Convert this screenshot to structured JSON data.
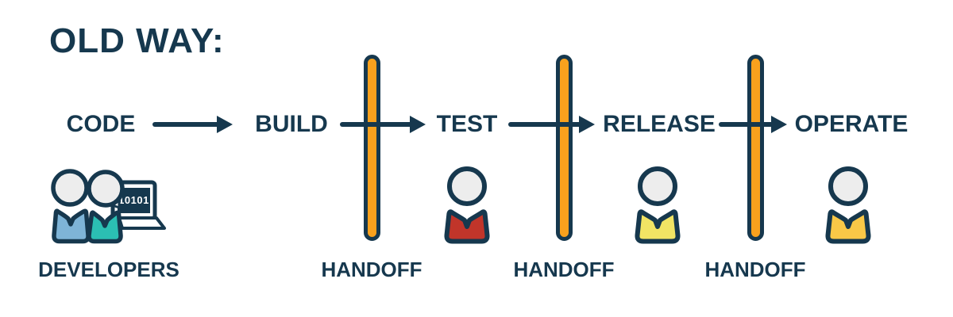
{
  "title": "OLD WAY:",
  "stages": [
    {
      "label": "CODE"
    },
    {
      "label": "BUILD"
    },
    {
      "label": "TEST"
    },
    {
      "label": "RELEASE"
    },
    {
      "label": "OPERATE"
    }
  ],
  "handoffs": [
    {
      "label": "HANDOFF"
    },
    {
      "label": "HANDOFF"
    },
    {
      "label": "HANDOFF"
    }
  ],
  "developers_label": "DEVELOPERS",
  "laptop": {
    "screen_text": "10101"
  },
  "icons": {
    "developers": "two-developers-with-laptop-icon",
    "test_person": "person-icon",
    "release_person": "person-icon",
    "operate_person": "person-icon",
    "barrier": "vertical-orange-handoff-bar",
    "arrow": "right-arrow"
  },
  "colors": {
    "navy": "#16384E",
    "orange": "#F9A11D",
    "head": "#EDEDED",
    "shirt_dev_left": "#7EB4D7",
    "shirt_dev_right": "#2BBFB3",
    "shirt_test": "#C1352A",
    "shirt_release": "#F1E464",
    "shirt_operate": "#F9C847",
    "laptop_text": "#FFFFFF",
    "background": "#FFFFFF"
  }
}
